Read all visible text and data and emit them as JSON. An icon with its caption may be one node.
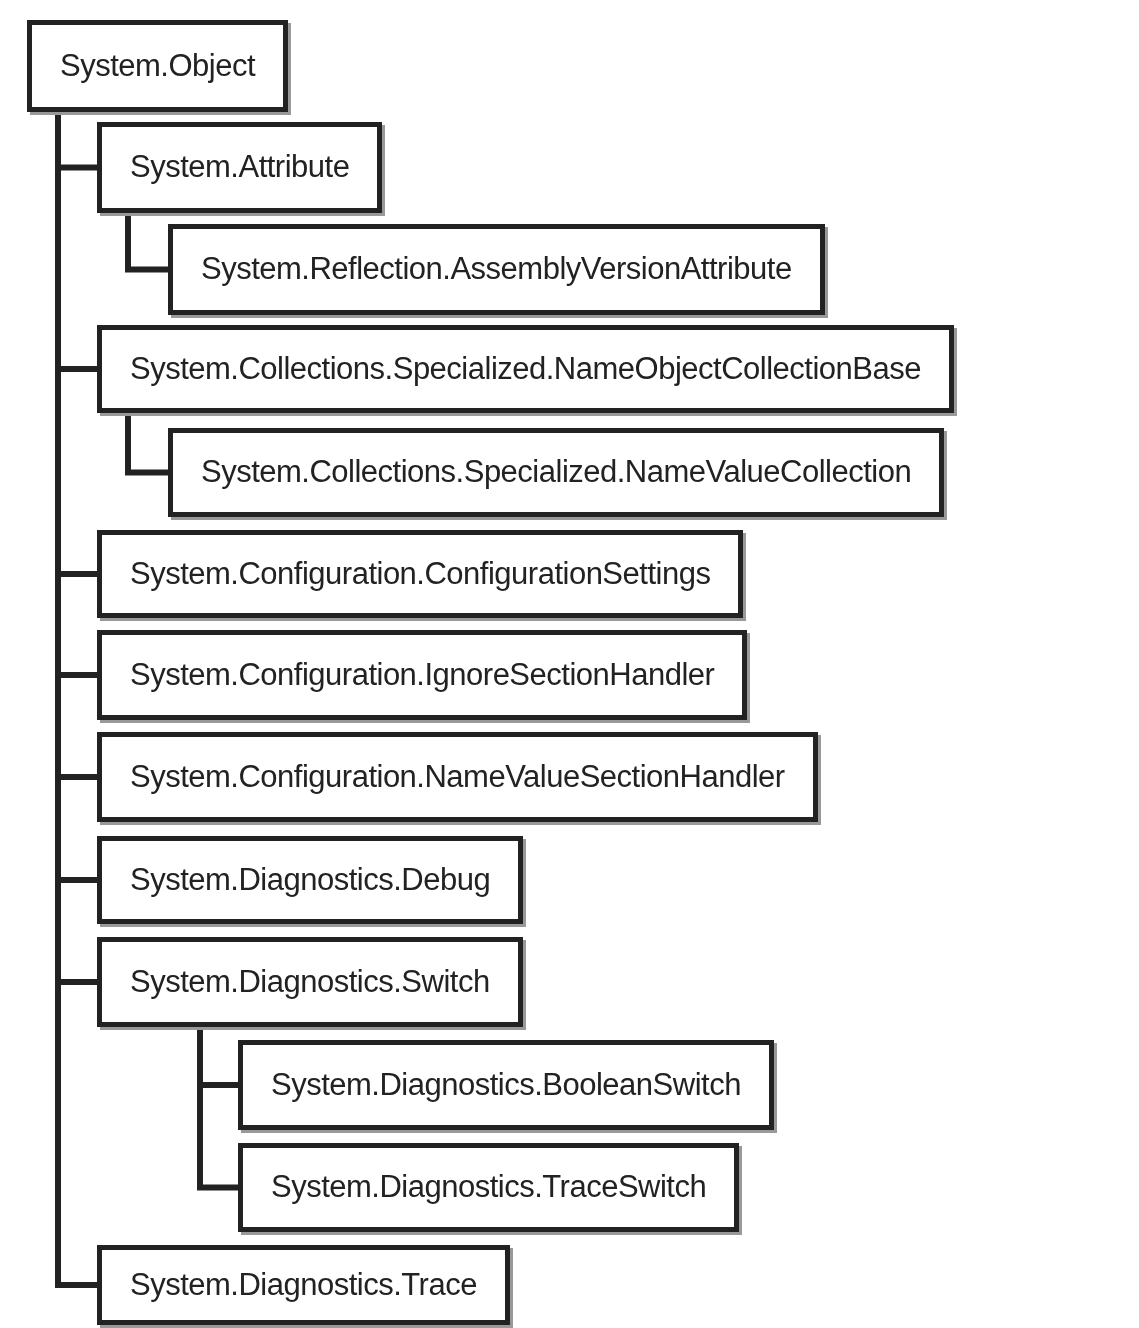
{
  "diagram": {
    "nodes": [
      {
        "text": [
          "System.Object"
        ]
      },
      {
        "text": [
          "System.Attribute"
        ]
      },
      {
        "text": [
          "System.Reflection.AssemblyVersionAttribute"
        ]
      },
      {
        "text": [
          "System.Collections.Specialized.NameObjectCollectionBase"
        ]
      },
      {
        "text": [
          "System.Collections.Specialized.NameValueCollection"
        ]
      },
      {
        "text": [
          "System.Configuration.ConfigurationSettings"
        ]
      },
      {
        "text": [
          "System.Configuration.IgnoreSectionHandler"
        ]
      },
      {
        "text": [
          "System.Configuration.NameValueSectionHandler"
        ]
      },
      {
        "text": [
          "System.Diagnostics.Debug"
        ]
      },
      {
        "text": [
          "System.Diagnostics.Switch"
        ]
      },
      {
        "text": [
          "System.Diagnostics.BooleanSwitch"
        ]
      },
      {
        "text": [
          "System.Diagnostics.TraceSwitch"
        ]
      },
      {
        "text": [
          "System.Diagnostics.Trace"
        ]
      }
    ],
    "edges": [
      {
        "from": 0,
        "to": 1,
        "arrow": "none"
      },
      {
        "from": 1,
        "to": 2,
        "arrow": "none"
      },
      {
        "from": 0,
        "to": 3,
        "arrow": "none"
      },
      {
        "from": 3,
        "to": 4,
        "arrow": "none"
      },
      {
        "from": 0,
        "to": 5,
        "arrow": "none"
      },
      {
        "from": 0,
        "to": 6,
        "arrow": "none"
      },
      {
        "from": 0,
        "to": 7,
        "arrow": "none"
      },
      {
        "from": 0,
        "to": 8,
        "arrow": "none"
      },
      {
        "from": 0,
        "to": 9,
        "arrow": "none"
      },
      {
        "from": 9,
        "to": 10,
        "arrow": "none"
      },
      {
        "from": 9,
        "to": 11,
        "arrow": "none"
      },
      {
        "from": 0,
        "to": 12,
        "arrow": "none"
      }
    ]
  }
}
